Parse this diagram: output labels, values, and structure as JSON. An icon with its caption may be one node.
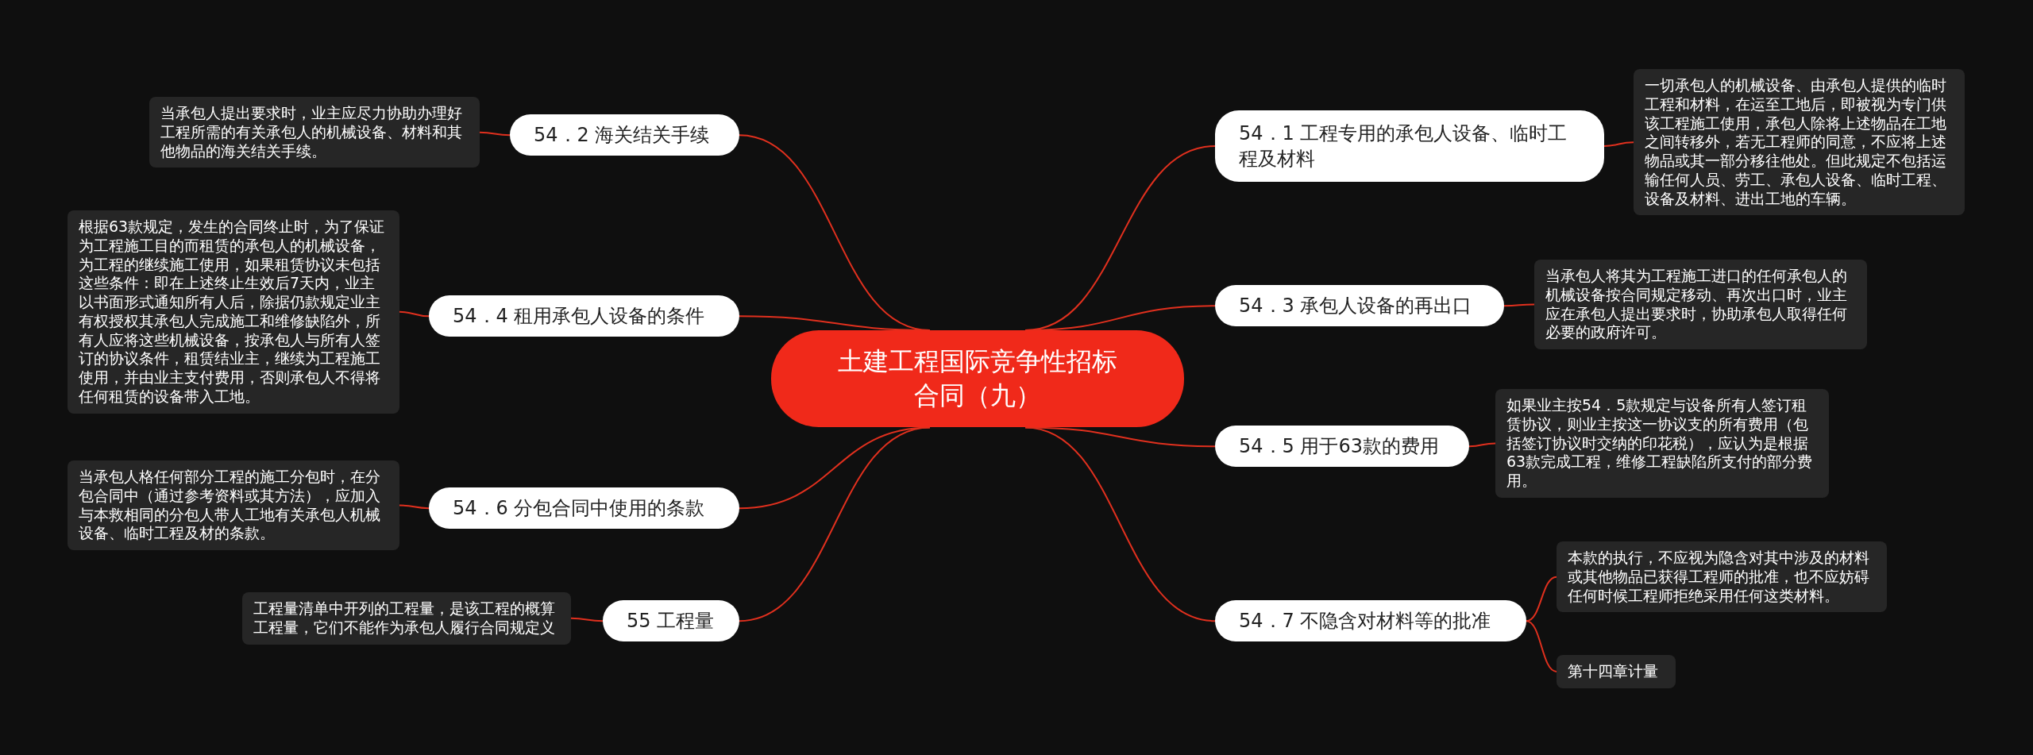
{
  "diagram": {
    "nodes": [
      {
        "text": [
          "土建工程国际竞争性招标合同（九）"
        ]
      },
      {
        "text": [
          "54．2 海关结关手续"
        ]
      },
      {
        "text": [
          "当承包人提出要求时，业主应尽力协助办理好工程所需的有关承包人的机械设备、材料和其他物品的海关结关手续。"
        ]
      },
      {
        "text": [
          "54．1 工程专用的承包人设备、临时工程及材料"
        ]
      },
      {
        "text": [
          "一切承包人的机械设备、由承包人提供的临时工程和材料，在运至工地后，即被视为专门供该工程施工使用，承包人除将上述物品在工地之间转移外，若无工程师的同意，不应将上述物品或其一部分移往他处。但此规定不包括运输任何人员、劳工、承包人设备、临时工程、设备及材料、进出工地的车辆。"
        ]
      },
      {
        "text": [
          "54．4 租用承包人设备的条件"
        ]
      },
      {
        "text": [
          "根据63款规定，发生的合同终止时，为了保证为工程施工目的而租赁的承包人的机械设备，为工程的继续施工使用，如果租赁协议未包括这些条件：即在上述终止生效后7天内，业主以书面形式通知所有人后，除据仍款规定业主有权授权其承包人完成施工和维修缺陷外，所有人应将这些机械设备，按承包人与所有人签订的协议条件，租赁结业主，继续为工程施工使用，并由业主支付费用，否则承包人不得将任何租赁的设备带入工地。"
        ]
      },
      {
        "text": [
          "54．3 承包人设备的再出口"
        ]
      },
      {
        "text": [
          "当承包人将其为工程施工进口的任何承包人的机械设备按合同规定移动、再次出口时，业主应在承包人提出要求时，协助承包人取得任何必要的政府许可。"
        ]
      },
      {
        "text": [
          "54．5 用于63款的费用"
        ]
      },
      {
        "text": [
          "如果业主按54．5款规定与设备所有人签订租赁协议，则业主按这一协议支的所有费用（包括签订协议时交纳的印花税），应认为是根据63款完成工程，维修工程缺陷所支付的部分费用。"
        ]
      },
      {
        "text": [
          "54．6 分包合同中使用的条款"
        ]
      },
      {
        "text": [
          "当承包人格任何部分工程的施工分包时，在分包合同中（通过参考资料或其方法），应加入与本救相同的分包人带人工地有关承包人机械设备、临时工程及材的条款。"
        ]
      },
      {
        "text": [
          "55 工程量"
        ]
      },
      {
        "text": [
          "工程量清单中开列的工程量，是该工程的概算工程量，它们不能作为承包人履行合同规定义"
        ]
      },
      {
        "text": [
          "54．7 不隐含对材料等的批准"
        ]
      },
      {
        "text": [
          "本款的执行，不应视为隐含对其中涉及的材料或其他物品已获得工程师的批准，也不应妨碍任何时候工程师拒绝采用任何这类材料。"
        ]
      },
      {
        "text": [
          "第十四章计量"
        ]
      }
    ],
    "edges": [
      {
        "from": 0,
        "to": 1,
        "arrow": "none"
      },
      {
        "from": 1,
        "to": 2,
        "arrow": "none"
      },
      {
        "from": 0,
        "to": 3,
        "arrow": "none"
      },
      {
        "from": 3,
        "to": 4,
        "arrow": "none"
      },
      {
        "from": 0,
        "to": 5,
        "arrow": "none"
      },
      {
        "from": 5,
        "to": 6,
        "arrow": "none"
      },
      {
        "from": 0,
        "to": 7,
        "arrow": "none"
      },
      {
        "from": 7,
        "to": 8,
        "arrow": "none"
      },
      {
        "from": 0,
        "to": 9,
        "arrow": "none"
      },
      {
        "from": 9,
        "to": 10,
        "arrow": "none"
      },
      {
        "from": 0,
        "to": 11,
        "arrow": "none"
      },
      {
        "from": 11,
        "to": 12,
        "arrow": "none"
      },
      {
        "from": 0,
        "to": 13,
        "arrow": "none"
      },
      {
        "from": 13,
        "to": 14,
        "arrow": "none"
      },
      {
        "from": 0,
        "to": 15,
        "arrow": "none"
      },
      {
        "from": 15,
        "to": 16,
        "arrow": "none"
      },
      {
        "from": 15,
        "to": 17,
        "arrow": "none"
      }
    ]
  }
}
